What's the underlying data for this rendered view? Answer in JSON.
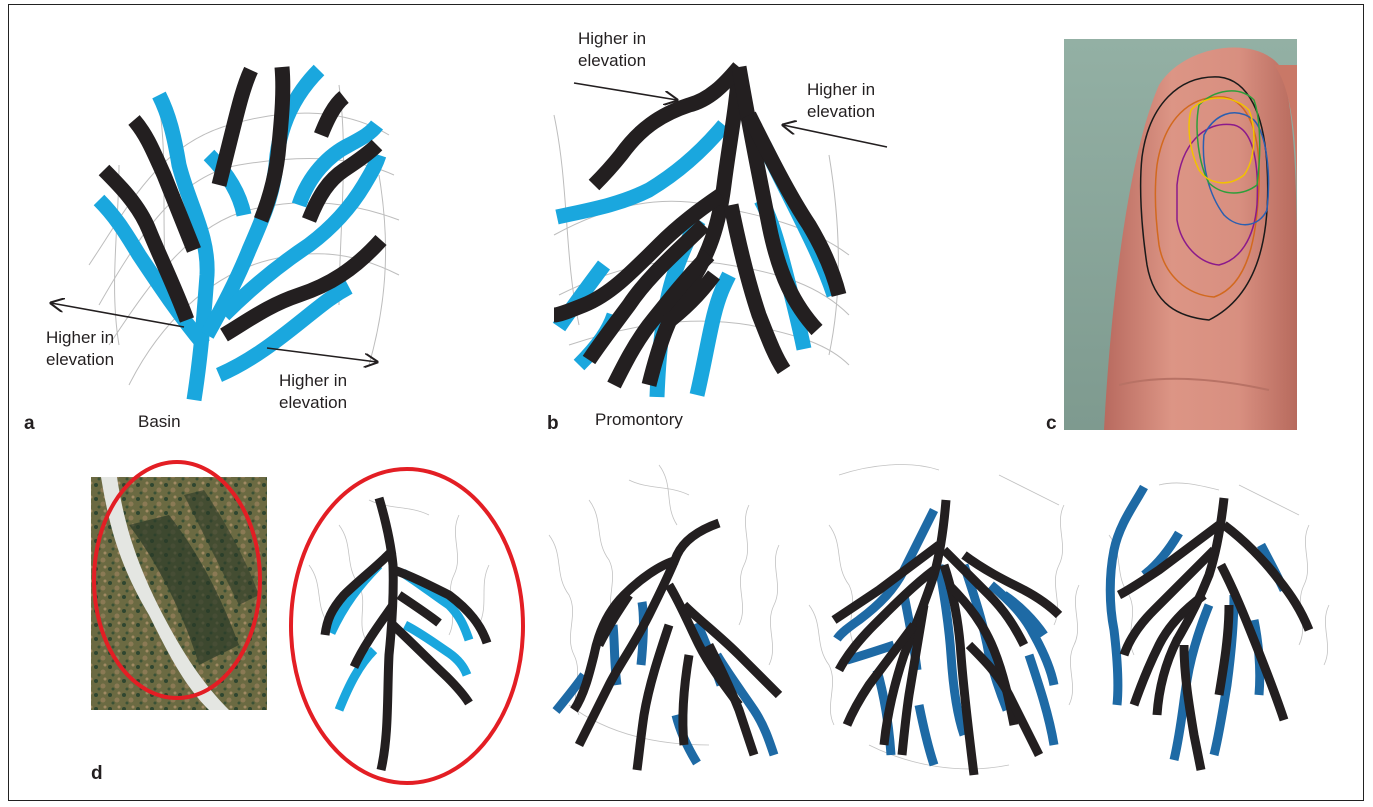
{
  "colors": {
    "ridge": "#231f20",
    "valley_light": "#1aa7de",
    "valley_dark": "#1e6aa5",
    "contour": "#b9b9b9",
    "ellipse": "#e31e24",
    "finger_skin": "#d88f80",
    "background_wall": "#8faa9e"
  },
  "panels": {
    "a": {
      "letter": "a",
      "caption": "Basin",
      "arrow_left": [
        "Higher in",
        "elevation"
      ],
      "arrow_right": [
        "Higher in",
        "elevation"
      ]
    },
    "b": {
      "letter": "b",
      "caption": "Promontory",
      "arrow_left": [
        "Higher in",
        "elevation"
      ],
      "arrow_right": [
        "Higher in",
        "elevation"
      ]
    },
    "c": {
      "letter": "c",
      "image": "fingertip-photo-with-contour-outlines",
      "outline_colors": [
        "#1a1a1a",
        "#d2691e",
        "#8b1a8b",
        "#2a5fb0",
        "#2e9e3a",
        "#f2c200"
      ]
    },
    "d": {
      "letter": "d",
      "image": "aerial-terrain-photo-with-ellipse"
    }
  }
}
